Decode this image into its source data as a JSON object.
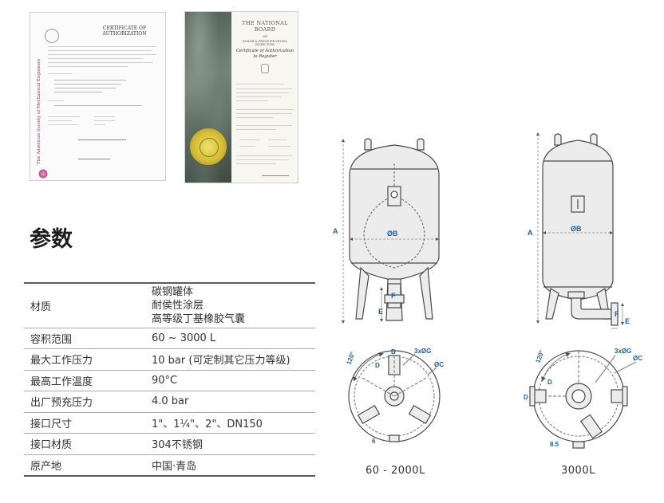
{
  "certificate_asme": {
    "title": "CERTIFICATE OF\nAUTHORIZATION",
    "side_text": "The American Society of Mechanical Engineers"
  },
  "certificate_nb": {
    "title": "THE NATIONAL BOARD",
    "of": "OF",
    "subtitle_small": "BOILER & PRESSURE VESSEL INSPECTORS",
    "subtitle": "Certificate of Authorization\nto Register"
  },
  "heading": "参数",
  "specs": [
    {
      "key": "材质",
      "value": "碳钢罐体\n耐侯性涂层\n高等级丁基橡胶气囊"
    },
    {
      "key": "容积范围",
      "value": "60 ~ 3000 L"
    },
    {
      "key": "最大工作压力",
      "value": "10 bar (可定制其它压力等级)"
    },
    {
      "key": "最高工作温度",
      "value": "90°C"
    },
    {
      "key": "出厂预充压力",
      "value": "4.0 bar"
    },
    {
      "key": "接口尺寸",
      "value": "1\"、1¼\"、2\"、DN150"
    },
    {
      "key": "接口材质",
      "value": "304不锈钢"
    },
    {
      "key": "原产地",
      "value": "中国·青岛"
    }
  ],
  "drawing_small": {
    "caption": "60 - 2000L",
    "label_A": "A",
    "label_diameter_B": "ØB",
    "label_F": "F",
    "label_E": "E",
    "label_angle": "120°",
    "label_D_top": "D",
    "label_holes": "3xØG",
    "label_D_side": "D",
    "label_diameter_C": "ØC",
    "label_6": "6"
  },
  "drawing_large": {
    "caption": "3000L",
    "label_A": "A",
    "label_diameter_B": "ØB",
    "label_F": "F",
    "label_E": "E",
    "label_angle": "120°",
    "label_holes": "3xØG",
    "label_diameter_C": "ØC",
    "label_D_left": "D",
    "label_D_inner": "D",
    "label_8_5": "8.5"
  },
  "colors": {
    "dimension_label": "#1f5fa8",
    "line": "#4a4a4a",
    "tank_fill": "#e9e9e9"
  }
}
